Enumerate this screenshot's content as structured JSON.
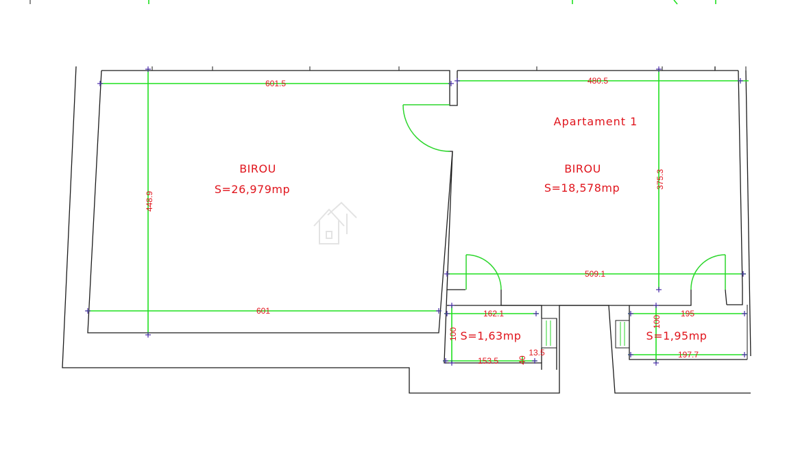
{
  "apartment_label": "Apartament 1",
  "rooms": [
    {
      "name": "BIROU",
      "area": "S=26,979mp"
    },
    {
      "name": "BIROU",
      "area": "S=18,578mp"
    },
    {
      "name": "",
      "area": "S=1,63mp"
    },
    {
      "name": "",
      "area": "S=1,95mp"
    }
  ],
  "dimensions": {
    "top_left": "601.5",
    "top_right": "480.5",
    "left_vertical": "448.9",
    "right_vertical": "375.3",
    "bottom_left": "601",
    "middle_right": "509.1",
    "small_left_top": "162.1",
    "small_left_height": "100",
    "small_left_bottom": "153.5",
    "small_left_step_a": "40",
    "small_left_step_b": "13.5",
    "small_right_top": "195",
    "small_right_height": "100",
    "small_right_bottom": "197.7"
  },
  "colors": {
    "walls": "#1a1a1a",
    "dimension_lines": "#1ee01e",
    "text": "#e0141c",
    "markers": "#4a2aa8"
  },
  "icons": [
    "watermark-house-icon"
  ]
}
